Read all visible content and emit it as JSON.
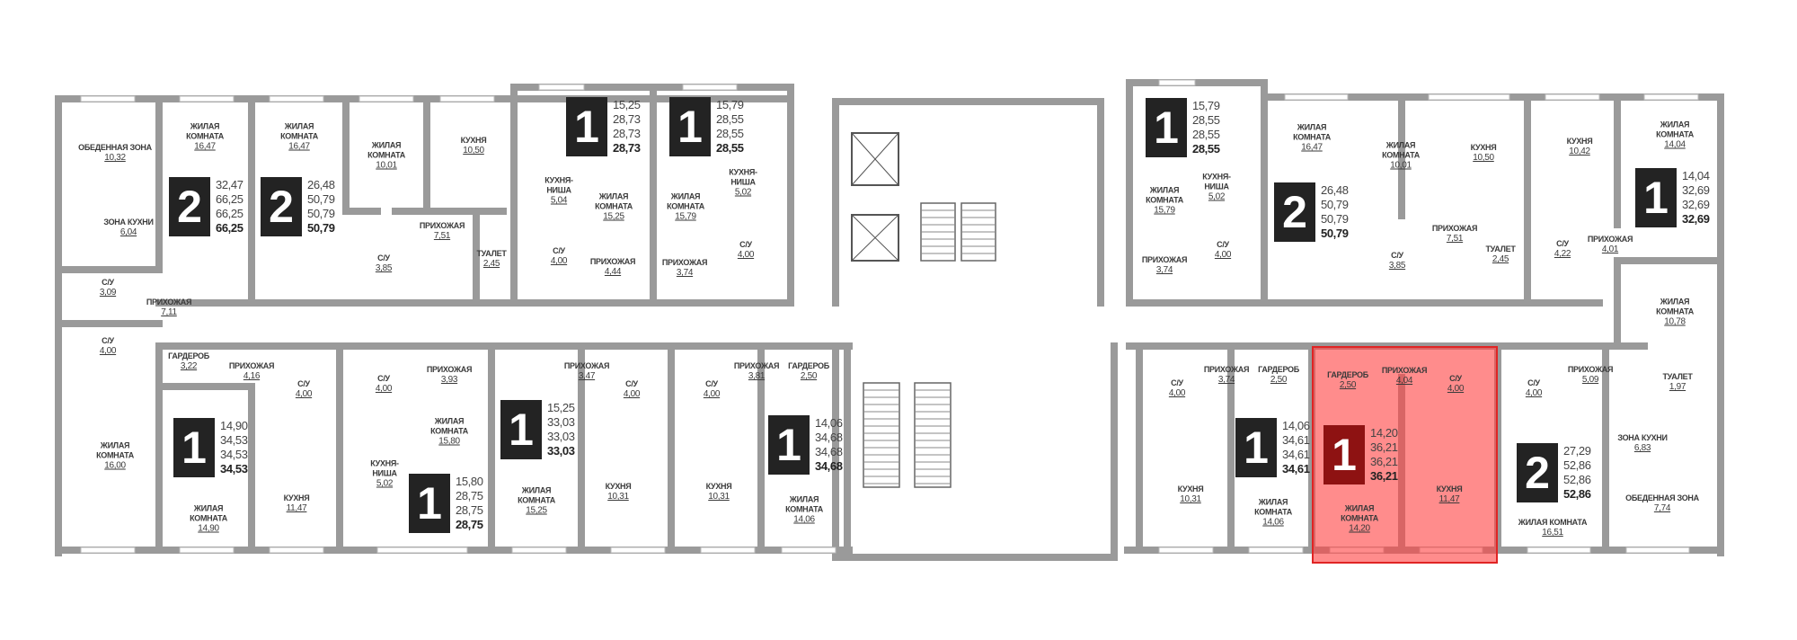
{
  "highlight_color": "#ff4646",
  "badge_color": "#232323",
  "apartments": [
    {
      "id": "A",
      "rooms_count": "2",
      "areas": [
        "32,47",
        "66,25",
        "66,25",
        "66,25"
      ],
      "rooms": [
        {
          "label": "ОБЕДЕННАЯ ЗОНА",
          "area": "10,32"
        },
        {
          "label": "ЗОНА КУХНИ",
          "area": "6,04"
        },
        {
          "label": "С/У",
          "area": "3,09"
        },
        {
          "label": "ПРИХОЖАЯ",
          "area": "7,11"
        },
        {
          "label": "ЖИЛАЯ КОМНАТА",
          "area": "16,47"
        },
        {
          "label": "С/У",
          "area": "4,00"
        },
        {
          "label": "ГАРДЕРОБ",
          "area": "3,22"
        },
        {
          "label": "ЖИЛАЯ КОМНАТА",
          "area": "16,00"
        }
      ]
    },
    {
      "id": "B",
      "rooms_count": "2",
      "areas": [
        "26,48",
        "50,79",
        "50,79",
        "50,79"
      ],
      "rooms": [
        {
          "label": "ЖИЛАЯ КОМНАТА",
          "area": "16,47"
        },
        {
          "label": "ЖИЛАЯ КОМНАТА",
          "area": "10,01"
        },
        {
          "label": "КУХНЯ",
          "area": "10,50"
        },
        {
          "label": "ПРИХОЖАЯ",
          "area": "7,51"
        },
        {
          "label": "С/У",
          "area": "3,85"
        },
        {
          "label": "ТУАЛЕТ",
          "area": "2,45"
        }
      ]
    },
    {
      "id": "C",
      "rooms_count": "1",
      "areas": [
        "15,25",
        "28,73",
        "28,73",
        "28,73"
      ],
      "rooms": [
        {
          "label": "КУХНЯ-НИША",
          "area": "5,04"
        },
        {
          "label": "ЖИЛАЯ КОМНАТА",
          "area": "15,25"
        },
        {
          "label": "С/У",
          "area": "4,00"
        },
        {
          "label": "ПРИХОЖАЯ",
          "area": "4,44"
        }
      ]
    },
    {
      "id": "D",
      "rooms_count": "1",
      "areas": [
        "15,79",
        "28,55",
        "28,55",
        "28,55"
      ],
      "rooms": [
        {
          "label": "ЖИЛАЯ КОМНАТА",
          "area": "15,79"
        },
        {
          "label": "КУХНЯ-НИША",
          "area": "5,02"
        },
        {
          "label": "С/У",
          "area": "4,00"
        },
        {
          "label": "ПРИХОЖАЯ",
          "area": "3,74"
        }
      ]
    },
    {
      "id": "E",
      "rooms_count": "1",
      "areas": [
        "15,79",
        "28,55",
        "28,55",
        "28,55"
      ],
      "rooms": [
        {
          "label": "ЖИЛАЯ КОМНАТА",
          "area": "15,79"
        },
        {
          "label": "КУХНЯ-НИША",
          "area": "5,02"
        },
        {
          "label": "С/У",
          "area": "4,00"
        },
        {
          "label": "ПРИХОЖАЯ",
          "area": "3,74"
        }
      ]
    },
    {
      "id": "F",
      "rooms_count": "2",
      "areas": [
        "26,48",
        "50,79",
        "50,79",
        "50,79"
      ],
      "rooms": [
        {
          "label": "ЖИЛАЯ КОМНАТА",
          "area": "16,47"
        },
        {
          "label": "ЖИЛАЯ КОМНАТА",
          "area": "10,01"
        },
        {
          "label": "КУХНЯ",
          "area": "10,50"
        },
        {
          "label": "ПРИХОЖАЯ",
          "area": "7,51"
        },
        {
          "label": "С/У",
          "area": "3,85"
        },
        {
          "label": "ТУАЛЕТ",
          "area": "2,45"
        }
      ]
    },
    {
      "id": "G",
      "rooms_count": "1",
      "areas": [
        "14,04",
        "32,69",
        "32,69",
        "32,69"
      ],
      "rooms": [
        {
          "label": "ЖИЛАЯ КОМНАТА",
          "area": "14,04"
        },
        {
          "label": "КУХНЯ",
          "area": "10,42"
        },
        {
          "label": "С/У",
          "area": "4,22"
        },
        {
          "label": "ПРИХОЖАЯ",
          "area": "4,01"
        }
      ]
    },
    {
      "id": "H",
      "rooms_count": "1",
      "areas": [
        "14,90",
        "34,53",
        "34,53",
        "34,53"
      ],
      "rooms": [
        {
          "label": "ПРИХОЖАЯ",
          "area": "4,16"
        },
        {
          "label": "С/У",
          "area": "4,00"
        },
        {
          "label": "ЖИЛАЯ КОМНАТА",
          "area": "14,90"
        },
        {
          "label": "КУХНЯ",
          "area": "11,47"
        }
      ]
    },
    {
      "id": "I",
      "rooms_count": "1",
      "areas": [
        "15,80",
        "28,75",
        "28,75",
        "28,75"
      ],
      "rooms": [
        {
          "label": "С/У",
          "area": "4,00"
        },
        {
          "label": "ПРИХОЖАЯ",
          "area": "3,93"
        },
        {
          "label": "ЖИЛАЯ КОМНАТА",
          "area": "15,80"
        },
        {
          "label": "КУХНЯ-НИША",
          "area": "5,02"
        }
      ]
    },
    {
      "id": "J",
      "rooms_count": "1",
      "areas": [
        "15,25",
        "33,03",
        "33,03",
        "33,03"
      ],
      "rooms": [
        {
          "label": "ПРИХОЖАЯ",
          "area": "3,47"
        },
        {
          "label": "ЖИЛАЯ КОМНАТА",
          "area": "15,25"
        },
        {
          "label": "С/У",
          "area": "4,00"
        },
        {
          "label": "КУХНЯ",
          "area": "10,31"
        }
      ]
    },
    {
      "id": "K",
      "rooms_count": "1",
      "areas": [
        "14,06",
        "34,68",
        "34,68",
        "34,68"
      ],
      "rooms": [
        {
          "label": "С/У",
          "area": "4,00"
        },
        {
          "label": "КУХНЯ",
          "area": "10,31"
        },
        {
          "label": "ПРИХОЖАЯ",
          "area": "3,81"
        },
        {
          "label": "ГАРДЕРОБ",
          "area": "2,50"
        },
        {
          "label": "ЖИЛАЯ КОМНАТА",
          "area": "14,06"
        }
      ]
    },
    {
      "id": "L",
      "rooms_count": "1",
      "areas": [
        "14,06",
        "34,61",
        "34,61",
        "34,61"
      ],
      "rooms": [
        {
          "label": "С/У",
          "area": "4,00"
        },
        {
          "label": "КУХНЯ",
          "area": "10,31"
        },
        {
          "label": "ПРИХОЖАЯ",
          "area": "3,74"
        },
        {
          "label": "ГАРДЕРОБ",
          "area": "2,50"
        },
        {
          "label": "ЖИЛАЯ КОМНАТА",
          "area": "14,06"
        }
      ]
    },
    {
      "id": "M",
      "rooms_count": "1",
      "highlighted": true,
      "areas": [
        "14,20",
        "36,21",
        "36,21",
        "36,21"
      ],
      "rooms": [
        {
          "label": "ГАРДЕРОБ",
          "area": "2,50"
        },
        {
          "label": "ПРИХОЖАЯ",
          "area": "4,04"
        },
        {
          "label": "С/У",
          "area": "4,00"
        },
        {
          "label": "ЖИЛАЯ КОМНАТА",
          "area": "14,20"
        },
        {
          "label": "КУХНЯ",
          "area": "11,47"
        }
      ]
    },
    {
      "id": "N",
      "rooms_count": "2",
      "areas": [
        "27,29",
        "52,86",
        "52,86",
        "52,86"
      ],
      "rooms": [
        {
          "label": "С/У",
          "area": "4,00"
        },
        {
          "label": "ПРИХОЖАЯ",
          "area": "5,09"
        },
        {
          "label": "ТУАЛЕТ",
          "area": "1,97"
        },
        {
          "label": "ЖИЛАЯ КОМНАТА",
          "area": "16,51"
        },
        {
          "label": "ЗОНА КУХНИ",
          "area": "6,83"
        },
        {
          "label": "ОБЕДЕННАЯ ЗОНА",
          "area": "7,74"
        },
        {
          "label": "ЖИЛАЯ КОМНАТА",
          "area": "10,78"
        }
      ]
    }
  ]
}
